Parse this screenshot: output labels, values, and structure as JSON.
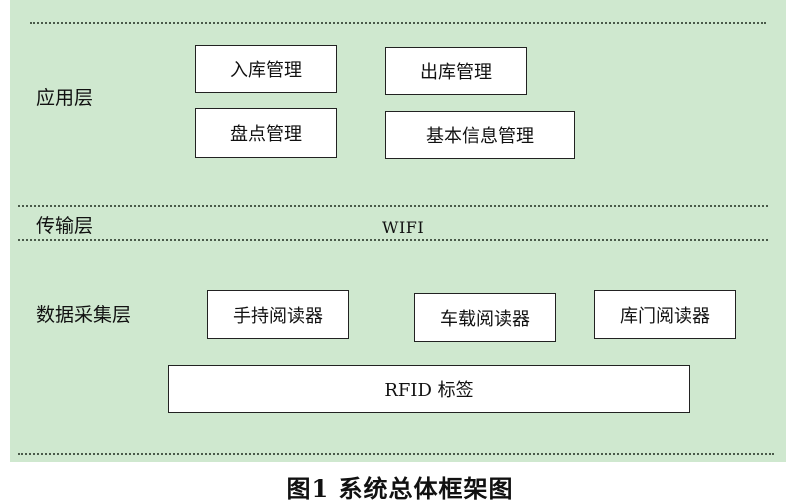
{
  "layers": {
    "application": {
      "label": "应用层",
      "modules": [
        "入库管理",
        "出库管理",
        "盘点管理",
        "基本信息管理"
      ]
    },
    "transport": {
      "label": "传输层",
      "technology": "WIFI"
    },
    "collection": {
      "label": "数据采集层",
      "readers": [
        "手持阅读器",
        "车载阅读器",
        "库门阅读器"
      ],
      "tag": "RFID 标签"
    }
  },
  "caption": "图1  系统总体框架图"
}
